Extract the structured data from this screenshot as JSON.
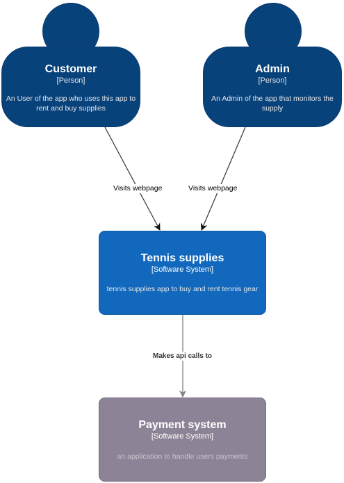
{
  "colors": {
    "person_fill": "#08427b",
    "person_border": "#0b3a6e",
    "system_fill": "#1168bd",
    "system_border": "#0e5ba6",
    "external_fill": "#8c8496",
    "external_border": "#736b7e",
    "edge_dark": "#404040",
    "edge_gray": "#828282",
    "desc_light": "#e6e6e6",
    "desc_muted": "#c9c4cf"
  },
  "nodes": {
    "customer": {
      "title": "Customer",
      "type": "[Person]",
      "description": "An User of the app who uses this app to rent and buy supplies"
    },
    "admin": {
      "title": "Admin",
      "type": "[Person]",
      "description": "An Admin of the app that monitors the supply"
    },
    "tennis": {
      "title": "Tennis supplies",
      "type": "[Software System]",
      "description": "tennis supplies app to buy and rent tennis gear"
    },
    "payment": {
      "title": "Payment system",
      "type": "[Software System]",
      "description": "an application to handle users payments"
    }
  },
  "edges": {
    "customer_to_tennis": "Visits webpage",
    "admin_to_tennis": "Visits webpage",
    "tennis_to_payment": "Makes api calls to"
  }
}
